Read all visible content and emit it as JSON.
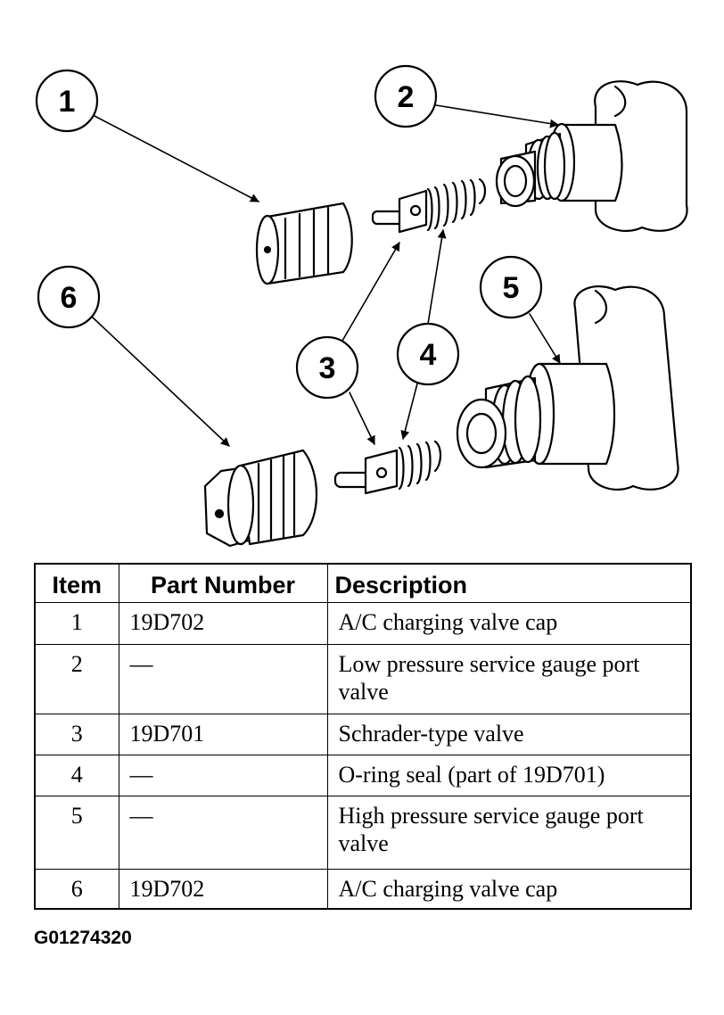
{
  "diagram": {
    "callouts": [
      "1",
      "2",
      "3",
      "4",
      "5",
      "6"
    ],
    "parts": [
      "charging-valve-cap",
      "low-pressure-port-valve",
      "schrader-valve",
      "o-ring-seal",
      "high-pressure-port-valve",
      "charging-valve-cap-large"
    ]
  },
  "table": {
    "headers": {
      "item": "Item",
      "part_number": "Part Number",
      "description": "Description"
    },
    "rows": [
      {
        "item": "1",
        "part_number": "19D702",
        "description": "A/C charging valve cap"
      },
      {
        "item": "2",
        "part_number": "—",
        "description": "Low pressure service gauge port valve"
      },
      {
        "item": "3",
        "part_number": "19D701",
        "description": "Schrader-type valve"
      },
      {
        "item": "4",
        "part_number": "—",
        "description": "O-ring seal (part of 19D701)"
      },
      {
        "item": "5",
        "part_number": "—",
        "description": "High pressure service gauge port valve"
      },
      {
        "item": "6",
        "part_number": "19D702",
        "description": "A/C charging valve cap"
      }
    ]
  },
  "figure_id": "G01274320",
  "colors": {
    "ink": "#000000",
    "paper": "#ffffff"
  }
}
